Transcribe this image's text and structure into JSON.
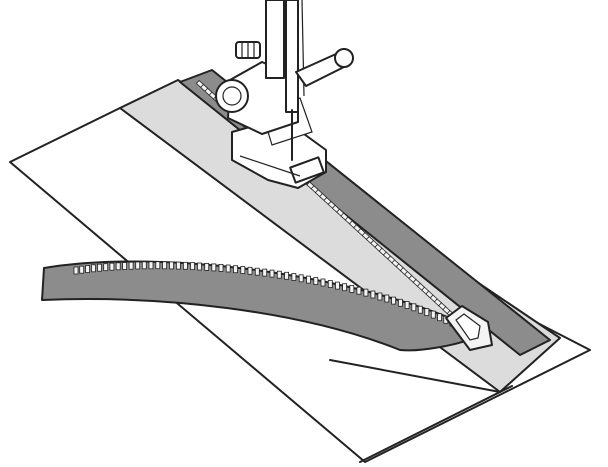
{
  "colors": {
    "background": "#ffffff",
    "outline": "#222222",
    "fabric_top": "#ffffff",
    "fabric_band": "#dcdcdc",
    "zipper_tape": "#8c8c8c",
    "metal": "#f4f4f4"
  },
  "parts": [
    "fabric-sheet",
    "fabric-fold",
    "zipper-tape-left",
    "zipper-tape-right",
    "zipper-teeth",
    "zipper-slider",
    "presser-foot",
    "needle",
    "thumb-screw"
  ]
}
